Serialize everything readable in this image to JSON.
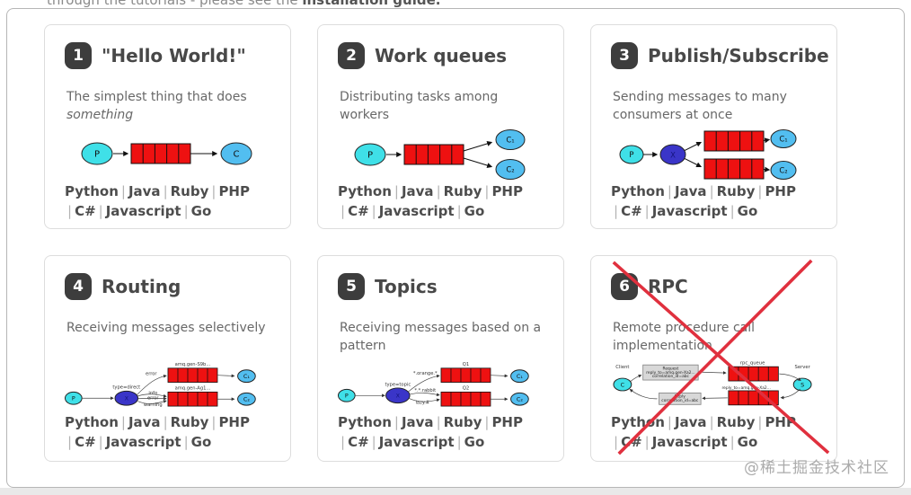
{
  "page": {
    "top_text": {
      "prefix": "through the tutorials - please see the ",
      "bold": "installation guide."
    },
    "watermark": "@稀土掘金技术社区"
  },
  "shared": {
    "separator": "|",
    "languages": [
      "Python",
      "Java",
      "Ruby",
      "PHP",
      "C#",
      "Javascript",
      "Go"
    ]
  },
  "colors": {
    "producer_node": "#3fe0e8",
    "consumer_node": "#52bef0",
    "exchange_node": "#3a35c8",
    "queue": "#ee1111",
    "badge_bg": "#3d3d3d",
    "cross": "#e0303e",
    "request_box": "#d8d8d8"
  },
  "cards": [
    {
      "number": "1",
      "title": "\"Hello World!\"",
      "description": "The simplest thing that does",
      "description_em": "something",
      "diagram": {
        "producer": "P",
        "consumer": "C"
      }
    },
    {
      "number": "2",
      "title": "Work queues",
      "description": "Distributing tasks among workers",
      "diagram": {
        "producer": "P",
        "consumer1": "C₁",
        "consumer2": "C₂"
      }
    },
    {
      "number": "3",
      "title": "Publish/Subscribe",
      "description": "Sending messages to many consumers at once",
      "diagram": {
        "producer": "P",
        "exchange": "X",
        "consumer1": "C₁",
        "consumer2": "C₂"
      }
    },
    {
      "number": "4",
      "title": "Routing",
      "description": "Receiving messages selectively",
      "diagram": {
        "producer": "P",
        "exchange": "X",
        "exchange_type": "type=direct",
        "bindings": [
          "error",
          "info",
          "error",
          "warning"
        ],
        "queue1": "amq.gen-S9b...",
        "queue2": "amq.gen-Ag1...",
        "consumer1": "C₁",
        "consumer2": "C₂"
      }
    },
    {
      "number": "5",
      "title": "Topics",
      "description": "Receiving messages based on a pattern",
      "diagram": {
        "producer": "P",
        "exchange": "X",
        "exchange_type": "type=topic",
        "bindings": [
          "*.orange.*",
          "*.*.rabbit",
          "lazy.#"
        ],
        "queue1": "Q1",
        "queue2": "Q2",
        "consumer1": "C₁",
        "consumer2": "C₂"
      }
    },
    {
      "number": "6",
      "title": "RPC",
      "description": "Remote procedure call implementation",
      "crossed_out": true,
      "diagram": {
        "client_label": "Client",
        "client": "C",
        "server_label": "Server",
        "server": "S",
        "request": [
          "Request",
          "reply_to=amq.gen-Xa2...",
          "correlation_id=abc"
        ],
        "rpc_queue": "rpc_queue",
        "reply_queue": "reply_to=amq.gen-Xa2...",
        "reply": [
          "Reply",
          "correlation_id=abc"
        ]
      }
    }
  ]
}
